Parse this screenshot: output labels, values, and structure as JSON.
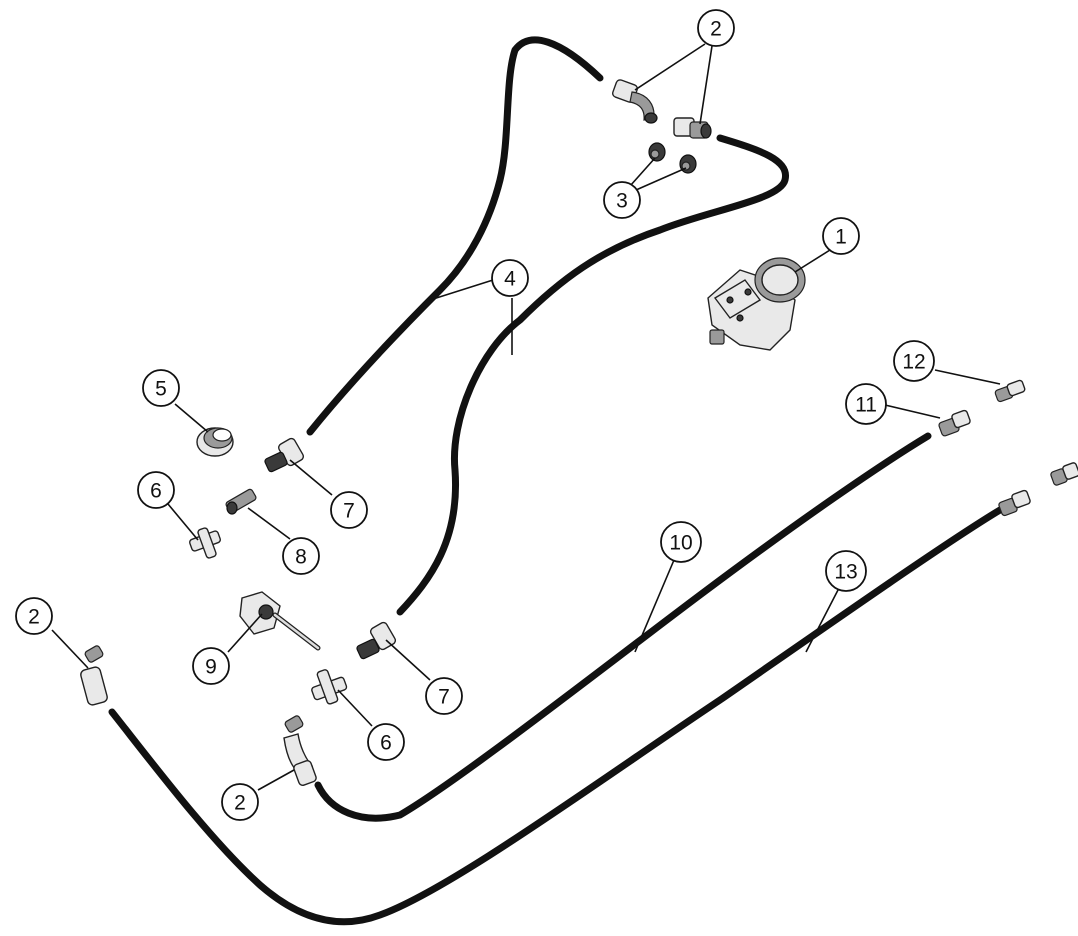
{
  "diagram": {
    "labels": {
      "c1": "1",
      "c2a": "2",
      "c3": "3",
      "c4": "4",
      "c5": "5",
      "c6a": "6",
      "c8": "8",
      "c7a": "7",
      "c2b": "2",
      "c9": "9",
      "c7b": "7",
      "c6b": "6",
      "c2c": "2",
      "c10": "10",
      "c11": "11",
      "c12": "12",
      "c13": "13"
    }
  }
}
